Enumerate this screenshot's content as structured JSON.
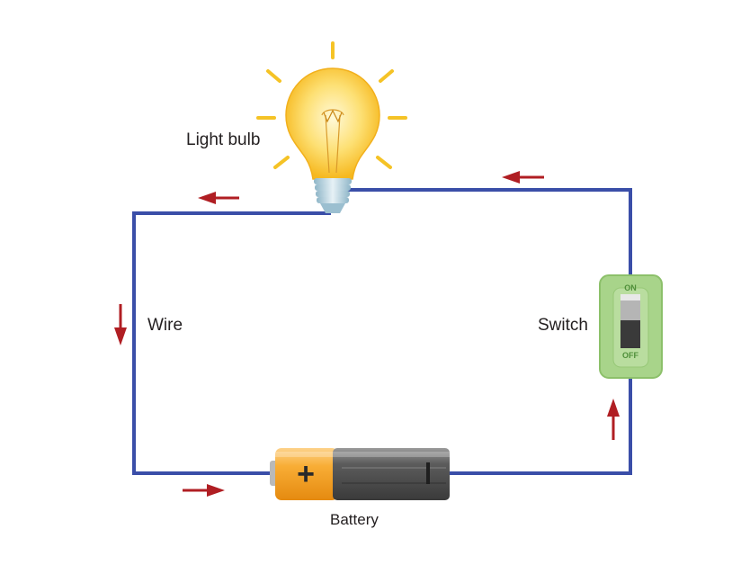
{
  "labels": {
    "light_bulb": "Light bulb",
    "wire": "Wire",
    "switch": "Switch",
    "battery": "Battery"
  },
  "switch": {
    "on_text": "ON",
    "off_text": "OFF"
  },
  "battery": {
    "positive_symbol": "+",
    "negative_symbol": "|"
  },
  "colors": {
    "wire": "#3a4ea8",
    "arrow": "#b01e23",
    "bulb_glow": "#fbc02d",
    "ray": "#f5c326",
    "battery_orange": "#f6a01a",
    "battery_body": "#4a4a4a",
    "switch_plate": "#a8d48a"
  },
  "icons": [
    "light-bulb-icon",
    "battery-icon",
    "switch-icon",
    "arrow-icon"
  ]
}
